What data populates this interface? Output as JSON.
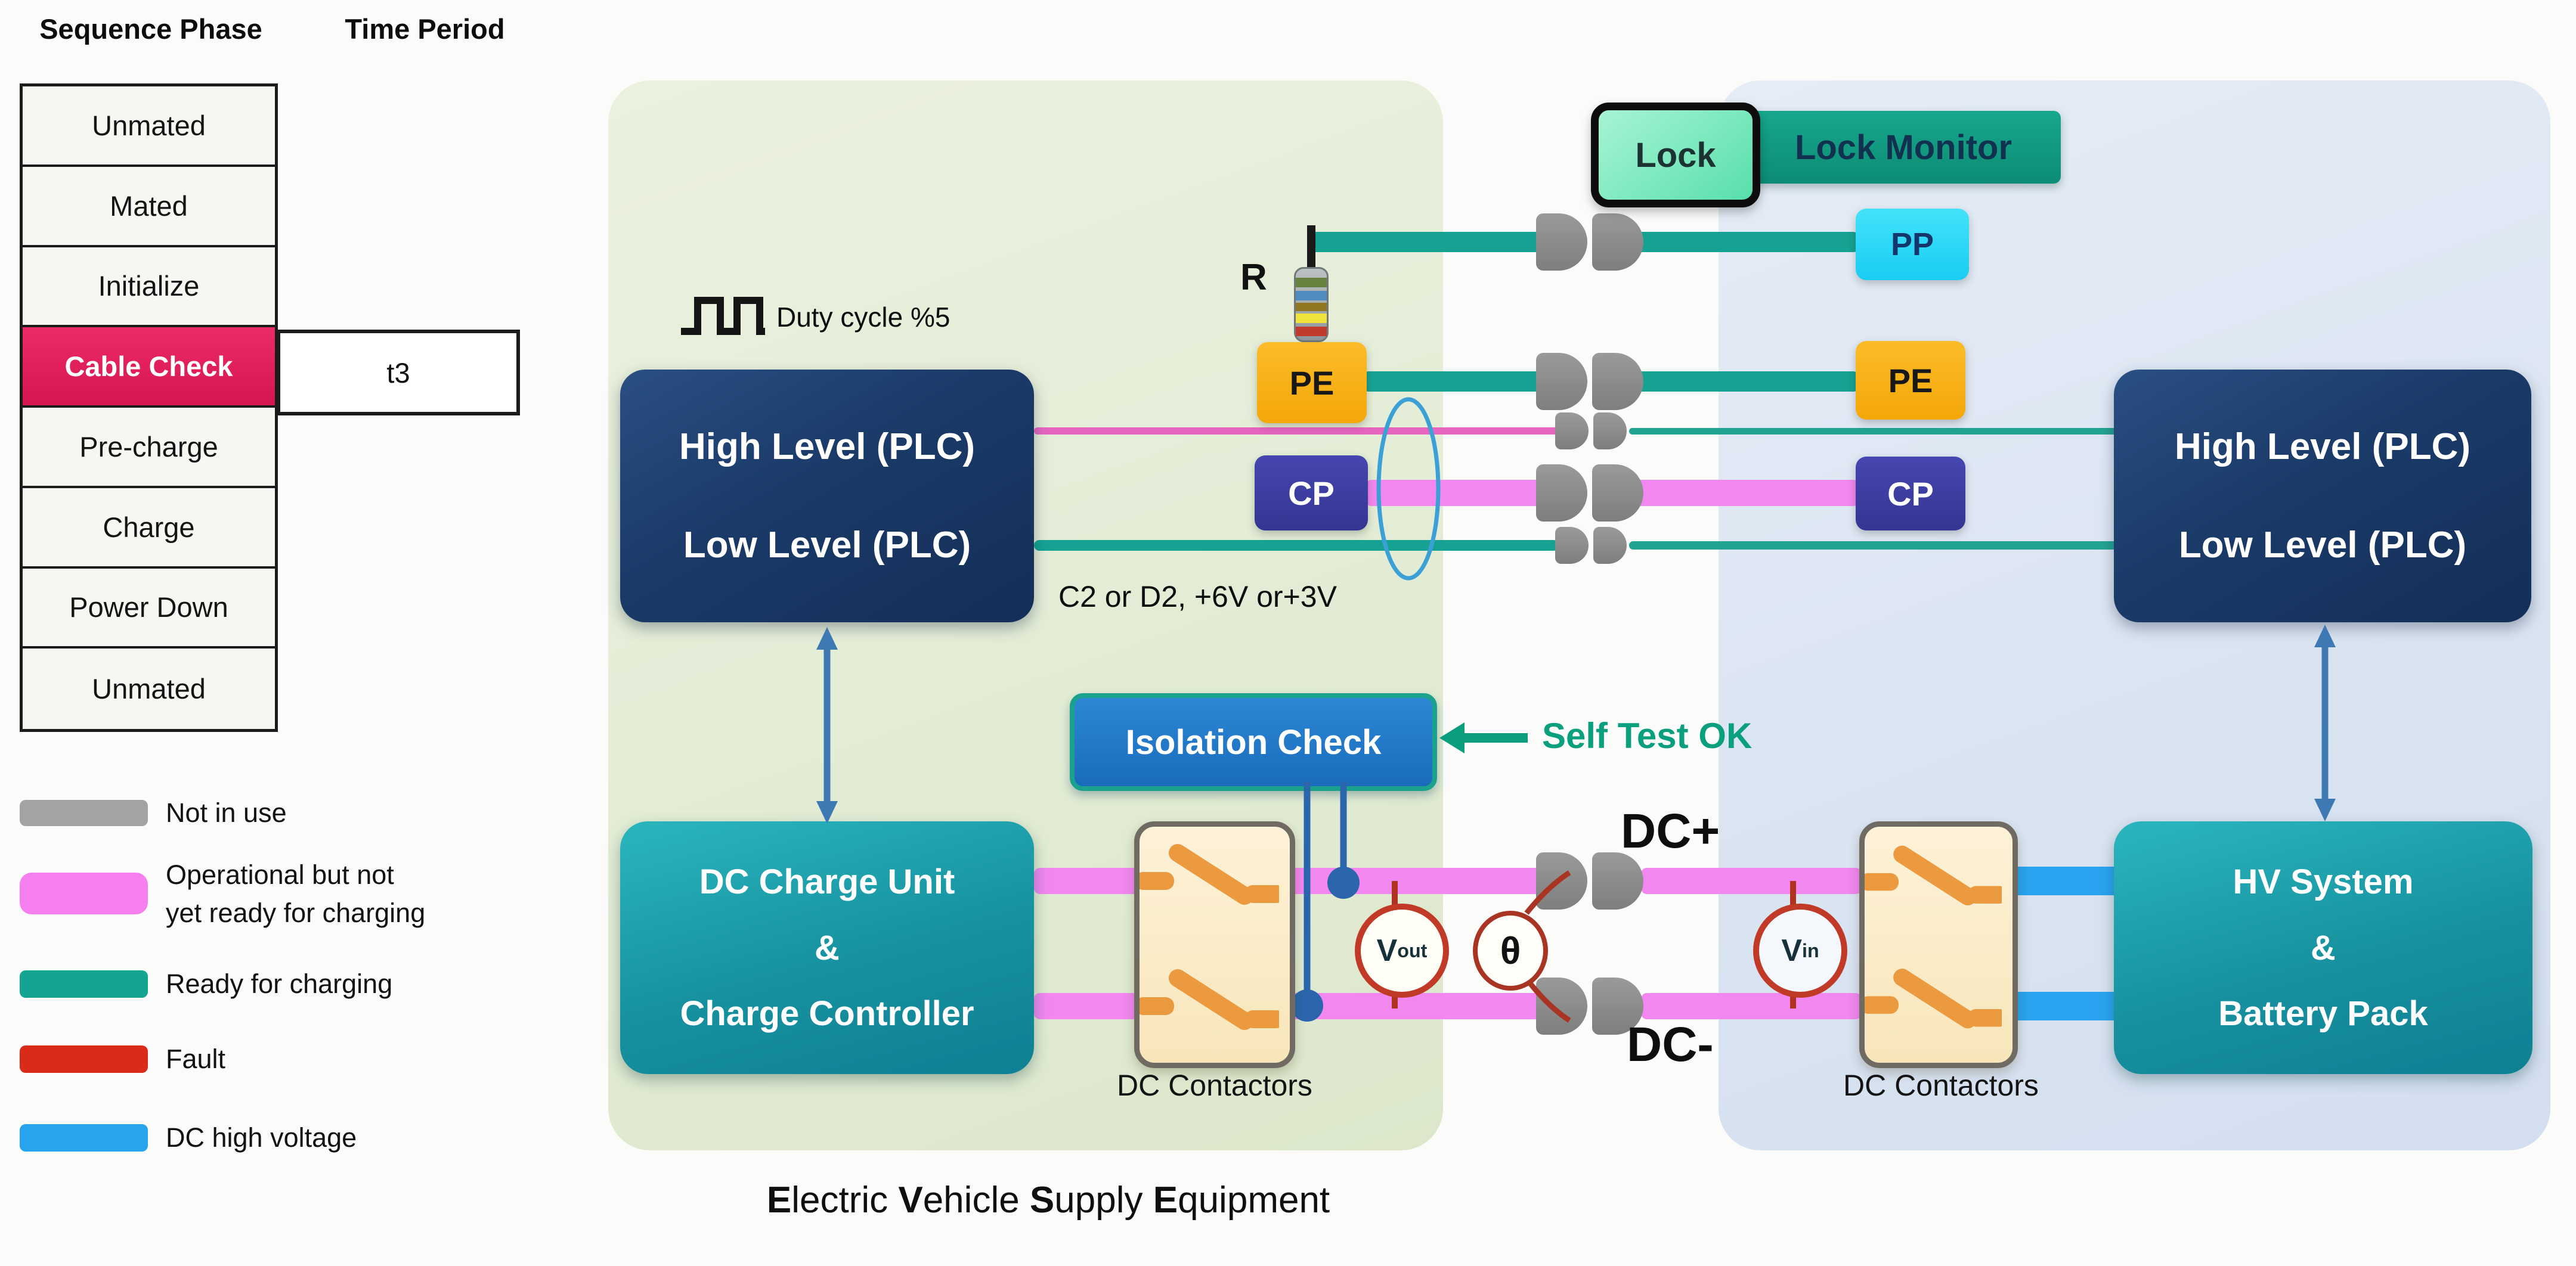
{
  "table": {
    "col1_header": "Sequence Phase",
    "col2_header": "Time Period",
    "rows": [
      "Unmated",
      "Mated",
      "Initialize",
      "Cable Check",
      "Pre-charge",
      "Charge",
      "Power Down",
      "Unmated"
    ],
    "active_row": "Cable Check",
    "time_value": "t3"
  },
  "legend": {
    "not_in_use": "Not in use",
    "operational_1": "Operational but not",
    "operational_2": "yet ready for charging",
    "ready": "Ready for charging",
    "fault": "Fault",
    "dc_hv": "DC high voltage"
  },
  "evse": {
    "duty_label": "Duty cycle %5",
    "plc_high": "High Level (PLC)",
    "plc_low": "Low Level (PLC)",
    "cp_note": "C2 or D2, +6V or+3V",
    "resistor_label": "R",
    "pe": "PE",
    "cp": "CP",
    "isolation": "Isolation Check",
    "self_test": "Self Test OK",
    "charge_unit_line1": "DC Charge Unit",
    "charge_unit_amp": "&",
    "charge_unit_line2": "Charge Controller",
    "contactors_label": "DC Contactors",
    "footer_segments": [
      {
        "text": "E",
        "bold": true
      },
      {
        "text": "lectric ",
        "bold": false
      },
      {
        "text": "V",
        "bold": true
      },
      {
        "text": "ehicle ",
        "bold": false
      },
      {
        "text": "S",
        "bold": true
      },
      {
        "text": "upply ",
        "bold": false
      },
      {
        "text": "E",
        "bold": true
      },
      {
        "text": "quipment",
        "bold": false
      }
    ]
  },
  "vehicle": {
    "lock": "Lock",
    "lock_monitor": "Lock Monitor",
    "pp": "PP",
    "pe": "PE",
    "cp": "CP",
    "plc_high": "High Level (PLC)",
    "plc_low": "Low Level (PLC)",
    "hv_line1": "HV System",
    "hv_amp": "&",
    "hv_line2": "Battery Pack",
    "contactors_label": "DC Contactors"
  },
  "bus": {
    "dc_plus": "DC+",
    "dc_minus": "DC-"
  },
  "meters": {
    "vout_main": "V",
    "vout_sub": "out",
    "theta": "θ",
    "vin_main": "V",
    "vin_sub": "in"
  },
  "colors": {
    "active_row": "#e01d5a",
    "not_in_use_gray": "#a3a3a3",
    "operational_pink": "#f57fee",
    "ready_teal": "#16a293",
    "fault_red": "#da2a18",
    "dc_high_voltage_blue": "#28a4ef",
    "plc_box_navy": "#1a3a68",
    "unit_teal": "#17919f",
    "pe_amber": "#f9b014",
    "cp_indigo": "#3c3ea1",
    "pp_cyan": "#2cdcf8",
    "lock_mint": "#58dfab",
    "lock_monitor_teal": "#0fa287",
    "isolation_blue": "#1f7ac9",
    "meter_ring_red": "#c13a27",
    "probe_blue": "#2b66ad",
    "connector_gray": "#8d8d8d"
  }
}
